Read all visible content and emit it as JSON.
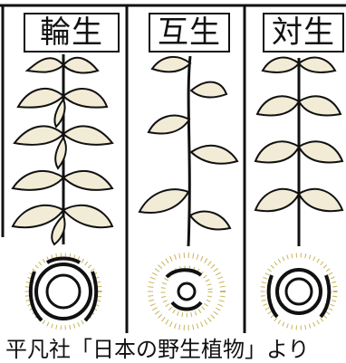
{
  "panels": [
    {
      "id": "a",
      "label": "輪生"
    },
    {
      "id": "b",
      "label": "互生"
    },
    {
      "id": "c",
      "label": "対生"
    }
  ],
  "credit": "平凡社「日本の野生植物」より",
  "colors": {
    "ink": "#111111",
    "leaf_fill": "#f2ecd6",
    "dot": "#c8b35a"
  }
}
